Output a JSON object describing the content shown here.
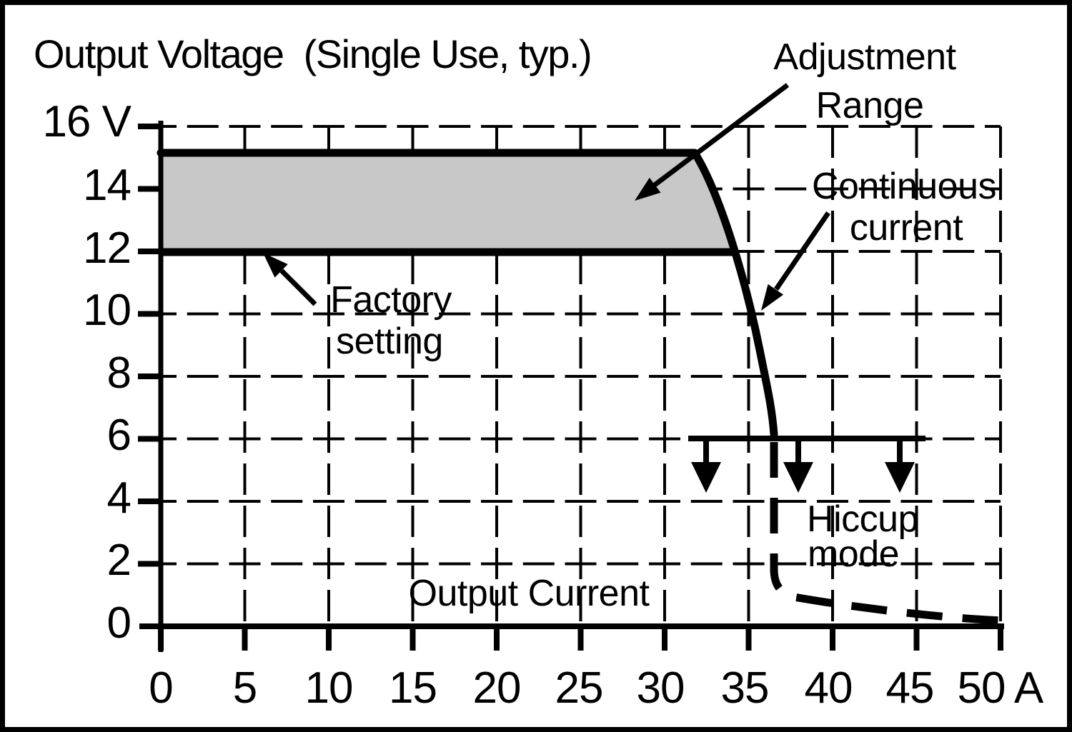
{
  "title": "Output Voltage  (Single Use, typ.)",
  "colors": {
    "background": "#ffffff",
    "line": "#000000",
    "band_fill": "#c8c8c8",
    "frame": "#000000"
  },
  "y_axis": {
    "tick_labels": [
      "16 V",
      "14",
      "12",
      "10",
      "8",
      "6",
      "4",
      "2",
      "0"
    ],
    "unit": "V"
  },
  "x_axis": {
    "tick_labels": [
      "0",
      "5",
      "10",
      "15",
      "20",
      "25",
      "30",
      "35",
      "40",
      "45",
      "50"
    ],
    "unit": "A"
  },
  "annotations": {
    "adjustment_range": {
      "line1": "Adjustment",
      "line2": "Range"
    },
    "continuous_current": {
      "line1": "Continuous",
      "line2": "current"
    },
    "factory_setting": {
      "line1": "Factory",
      "line2": "setting"
    },
    "hiccup_mode": {
      "line1": "Hiccup",
      "line2": "mode"
    },
    "output_current": "Output Current"
  },
  "chart_data": {
    "type": "line",
    "title": "Output Voltage  (Single Use, typ.)",
    "xlabel": "Output Current",
    "ylabel": "Output Voltage",
    "x_unit": "A",
    "y_unit": "V",
    "xlim": [
      0,
      50
    ],
    "ylim": [
      0,
      16
    ],
    "x_ticks": [
      0,
      5,
      10,
      15,
      20,
      25,
      30,
      35,
      40,
      45,
      50
    ],
    "y_ticks": [
      0,
      2,
      4,
      6,
      8,
      10,
      12,
      14,
      16
    ],
    "grid": "dashed",
    "legend_position": "none",
    "series": [
      {
        "name": "adjustment_range_upper_limit",
        "style": "solid-thick",
        "points": [
          [
            0,
            15.1
          ],
          [
            31.8,
            15.1
          ],
          [
            33,
            14
          ],
          [
            34.2,
            12
          ]
        ]
      },
      {
        "name": "factory_setting_lower_band_edge",
        "style": "solid-thick",
        "points": [
          [
            0,
            12
          ],
          [
            34.2,
            12
          ]
        ]
      },
      {
        "name": "continuous_current_limit",
        "style": "solid-thick",
        "points": [
          [
            31.8,
            15.1
          ],
          [
            33,
            14
          ],
          [
            34.2,
            12
          ],
          [
            35.1,
            10
          ],
          [
            36,
            8
          ],
          [
            36.5,
            6.1
          ]
        ]
      },
      {
        "name": "hiccup_threshold_line",
        "style": "solid",
        "points": [
          [
            31.4,
            6
          ],
          [
            45.5,
            6
          ]
        ]
      },
      {
        "name": "hiccup_mode_curve",
        "style": "dashed-thick",
        "points": [
          [
            36.5,
            6
          ],
          [
            36.5,
            1.8
          ],
          [
            37.5,
            1.0
          ],
          [
            40,
            0.75
          ],
          [
            43,
            0.55
          ],
          [
            46,
            0.4
          ],
          [
            50,
            0.25
          ]
        ]
      }
    ],
    "band": {
      "v_min": 12,
      "v_max": 15.1,
      "i_flat_end": 31.8,
      "i_max": 34.2,
      "fill": "#c8c8c8"
    }
  }
}
